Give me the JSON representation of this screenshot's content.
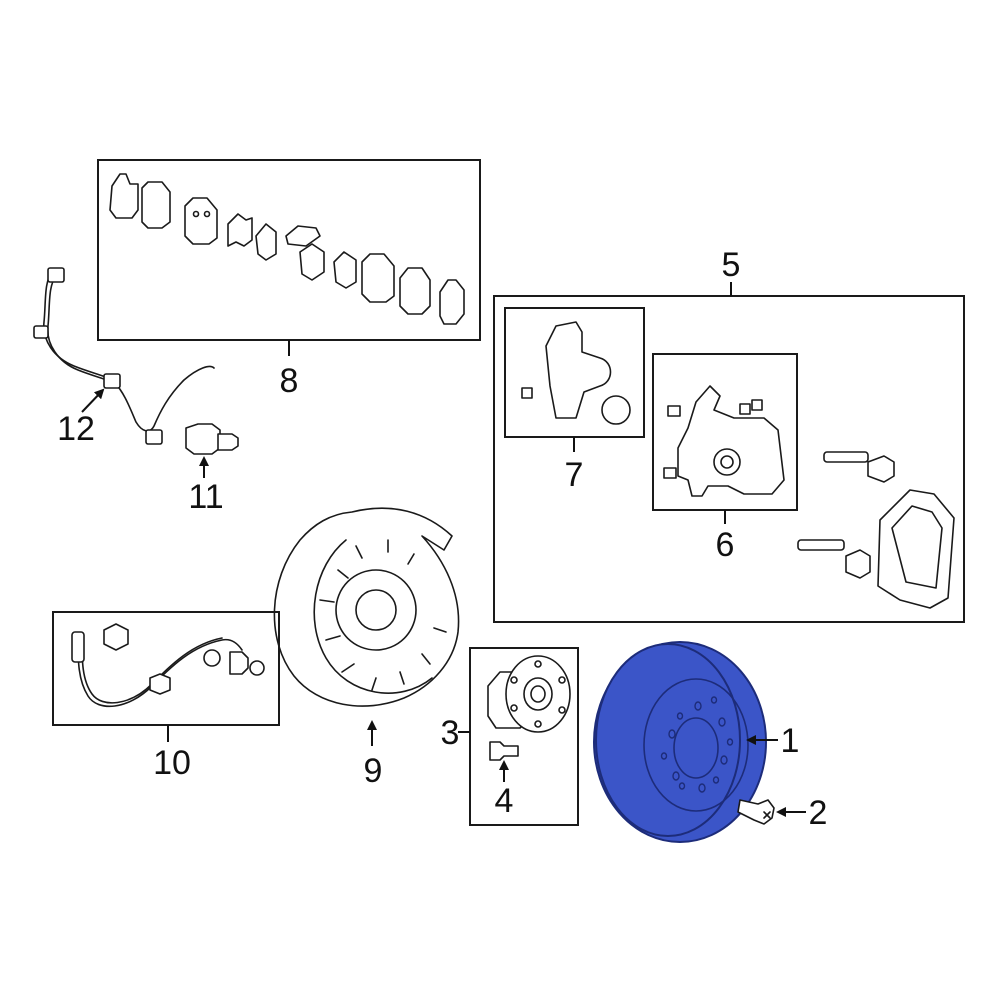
{
  "colors": {
    "line": "#1a1a1a",
    "highlight": "#3b55c8",
    "highlight_stroke": "#1d2c7a",
    "background": "#ffffff"
  },
  "callouts": {
    "c1": "1",
    "c2": "2",
    "c3": "3",
    "c4": "4",
    "c5": "5",
    "c6": "6",
    "c7": "7",
    "c8": "8",
    "c9": "9",
    "c10": "10",
    "c11": "11",
    "c12": "12"
  },
  "highlighted_part": "1"
}
